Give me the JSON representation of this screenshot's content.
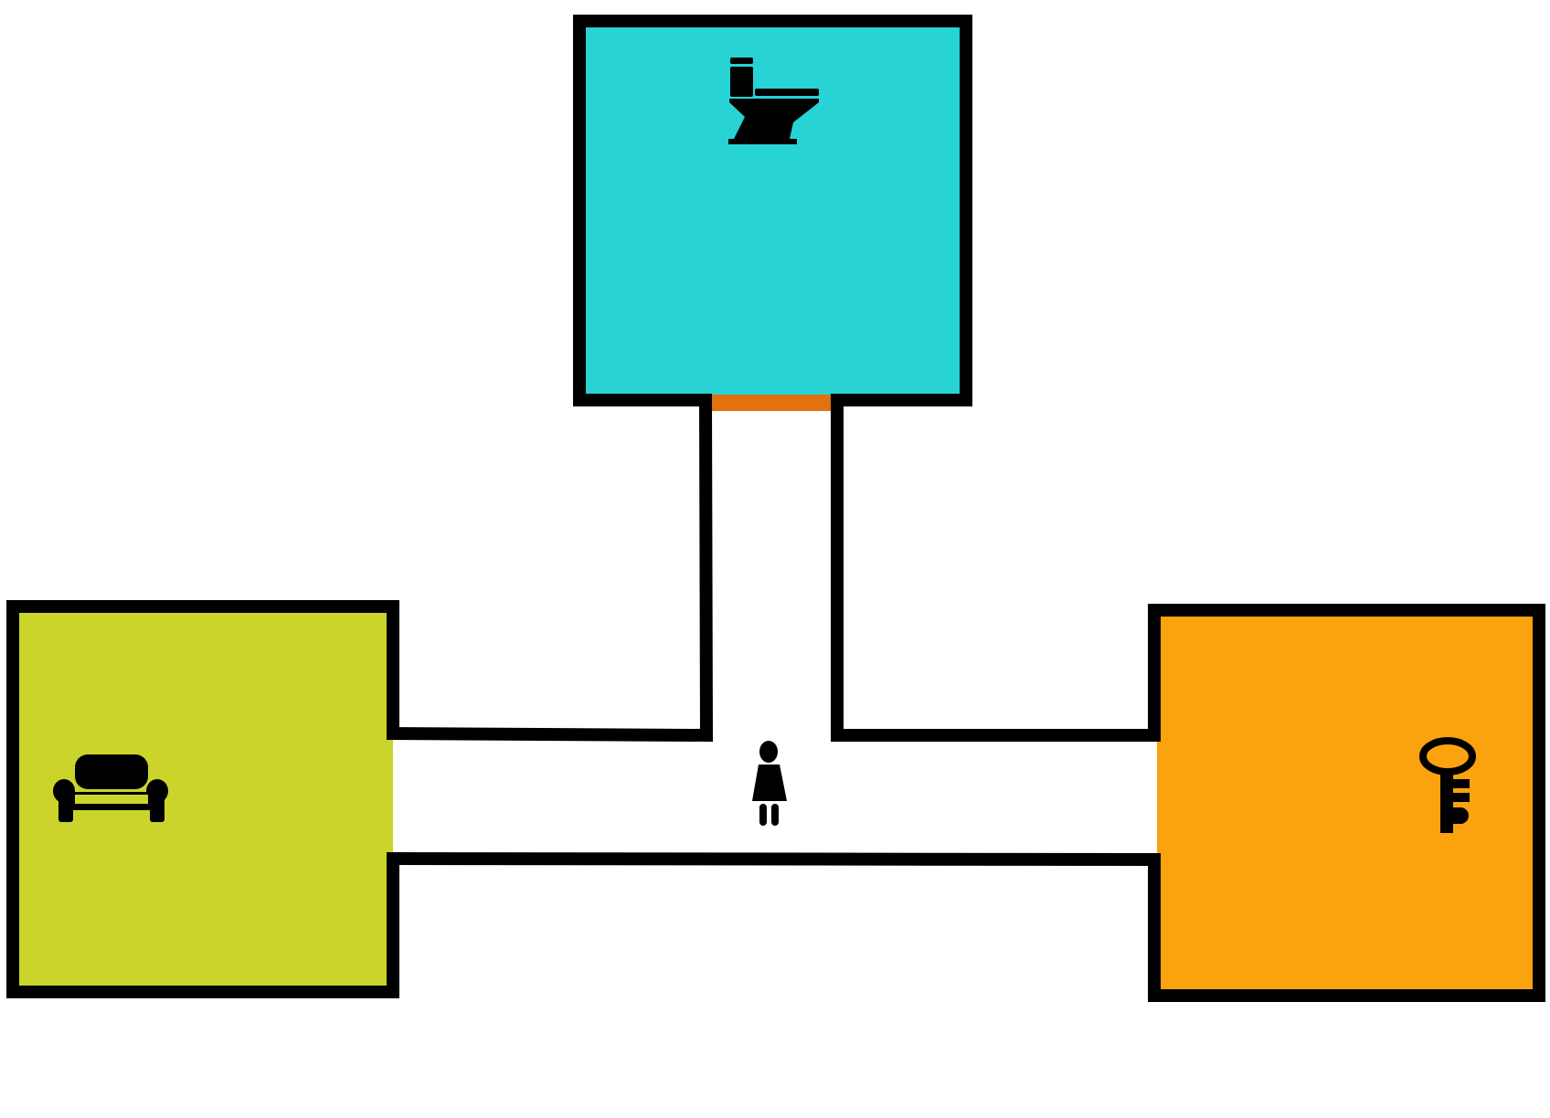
{
  "scene": {
    "background": "#ffffff",
    "wall_color": "#000000"
  },
  "rooms": [
    {
      "id": "bathroom",
      "color": "#27d3d4",
      "icon": "toilet-icon"
    },
    {
      "id": "living-room",
      "color": "#cbd42a",
      "icon": "sofa-icon"
    },
    {
      "id": "storage-room",
      "color": "#fba30f",
      "icon": "key-icon"
    }
  ],
  "doors": [
    {
      "connects": [
        "hallway",
        "bathroom"
      ],
      "color": "#e2720f"
    },
    {
      "connects": [
        "hallway",
        "living-room"
      ],
      "color": "#cbd42a"
    },
    {
      "connects": [
        "hallway",
        "storage-room"
      ],
      "color": "#fba30f"
    }
  ],
  "player": {
    "icon": "person-icon",
    "location": "hallway"
  }
}
